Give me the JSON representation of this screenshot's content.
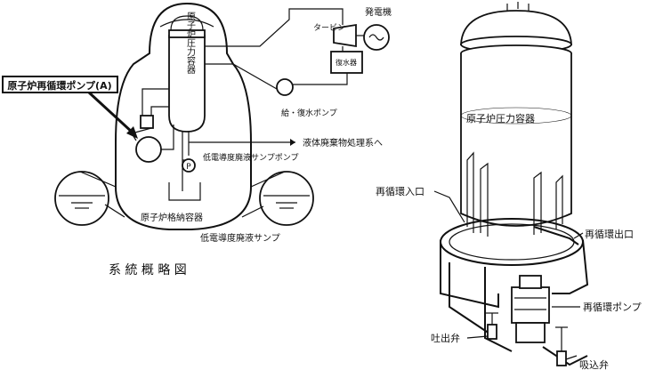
{
  "system_diagram": {
    "title": "系 統 概 略 図",
    "callout": "原子炉再循環ポンプ(A)",
    "pressure_vessel": "原子炉圧力容器",
    "turbine": "タービン",
    "generator": "発電機",
    "condenser": "復水器",
    "feed_pump": "給・復水ポンプ",
    "waste_system": "液体廃棄物処理系へ",
    "sump_pump": "低電導度廃液サンプポンプ",
    "pump_symbol": "P",
    "containment": "原子炉格納容器",
    "sump": "低電導度廃液サンプ"
  },
  "vessel_diagram": {
    "pressure_vessel": "原子炉圧力容器",
    "recirc_inlet": "再循環入口",
    "recirc_outlet": "再循環出口",
    "recirc_pump": "再循環ポンプ",
    "discharge_valve": "吐出弁",
    "suction_valve": "吸込弁"
  }
}
